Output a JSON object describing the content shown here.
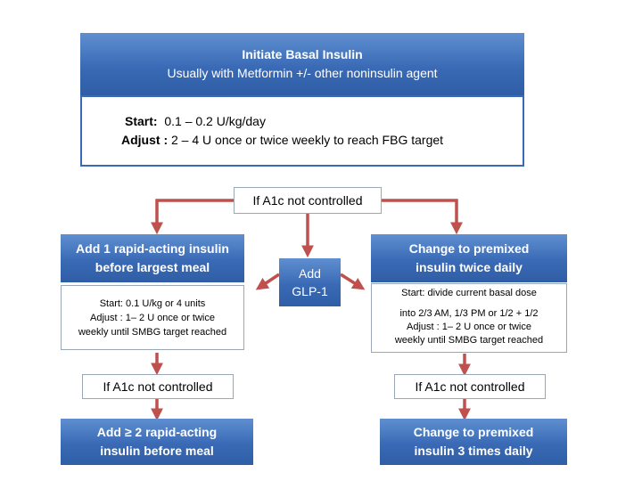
{
  "top": {
    "title": "Initiate Basal Insulin",
    "subtitle": "Usually with Metformin +/- other noninsulin agent",
    "start_label": "Start:",
    "start_value": "0.1 – 0.2 U/kg/day",
    "adjust_label": "Adjust :",
    "adjust_value": "2 – 4 U once or twice weekly to reach FBG target"
  },
  "decision_main": "If A1c not controlled",
  "left": {
    "title_line1": "Add 1 rapid-acting insulin",
    "title_line2": "before largest meal",
    "start": "Start: 0.1 U/kg or 4 units",
    "adjust_line1": "Adjust : 1– 2 U once or twice",
    "adjust_line2": "weekly until SMBG target reached",
    "decision": "If A1c not controlled",
    "next_line1": "Add ≥ 2 rapid-acting",
    "next_line2": "insulin before meal"
  },
  "middle": {
    "line1": "Add",
    "line2": "GLP-1"
  },
  "right": {
    "title_line1": "Change to premixed",
    "title_line2": "insulin twice daily",
    "start": "Start: divide current basal dose",
    "dose_line": "into 2/3 AM, 1/3 PM or 1/2 + 1/2",
    "adjust_line1": "Adjust : 1– 2 U once or twice",
    "adjust_line2": "weekly until SMBG target reached",
    "decision": "If A1c not controlled",
    "next_line1": "Change to premixed",
    "next_line2": "insulin 3 times daily"
  },
  "colors": {
    "box_blue": "#3a6ab5",
    "arrow_red": "#c0504d"
  }
}
